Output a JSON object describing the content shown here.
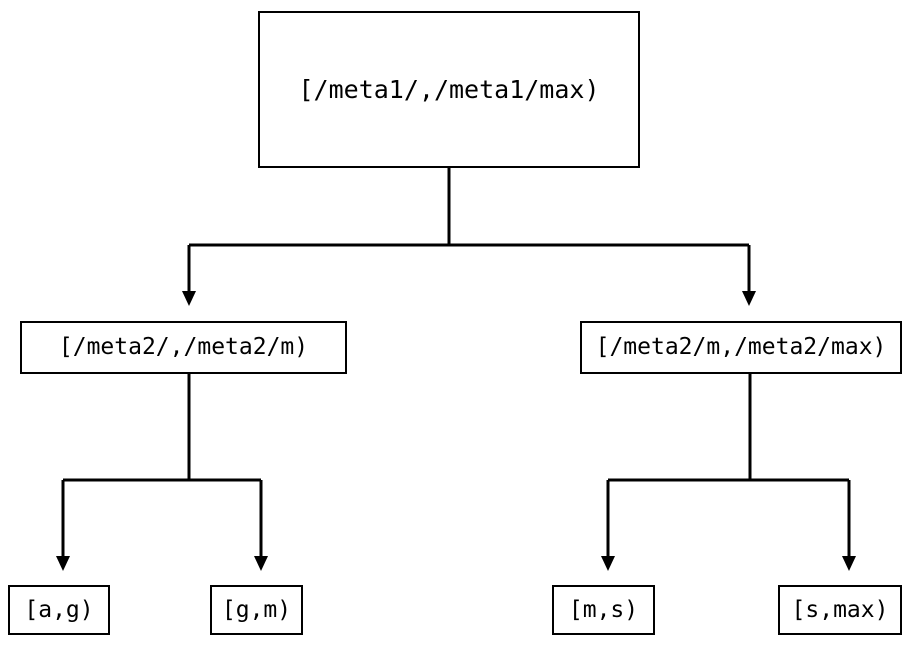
{
  "diagram": {
    "type": "tree",
    "background_color": "#ffffff",
    "stroke_color": "#000000",
    "nodes": {
      "root": {
        "label": "[/meta1/,/meta1/max)"
      },
      "meta2_low": {
        "label": "[/meta2/,/meta2/m)"
      },
      "meta2_high": {
        "label": "[/meta2/m,/meta2/max)"
      },
      "leaf_ag": {
        "label": "[a,g)"
      },
      "leaf_gm": {
        "label": "[g,m)"
      },
      "leaf_ms": {
        "label": "[m,s)"
      },
      "leaf_smax": {
        "label": "[s,max)"
      }
    },
    "edges": [
      {
        "from": "root",
        "to": "meta2_low",
        "arrowhead": "filled-triangle-down"
      },
      {
        "from": "root",
        "to": "meta2_high",
        "arrowhead": "filled-triangle-down"
      },
      {
        "from": "meta2_low",
        "to": "leaf_ag",
        "arrowhead": "filled-triangle-down"
      },
      {
        "from": "meta2_low",
        "to": "leaf_gm",
        "arrowhead": "filled-triangle-down"
      },
      {
        "from": "meta2_high",
        "to": "leaf_ms",
        "arrowhead": "filled-triangle-down"
      },
      {
        "from": "meta2_high",
        "to": "leaf_smax",
        "arrowhead": "filled-triangle-down"
      }
    ]
  }
}
